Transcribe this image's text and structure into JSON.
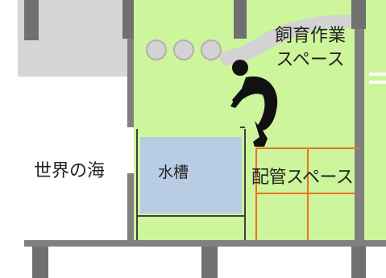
{
  "labels": {
    "work_space": "飼育作業スペース",
    "world_sea": "世界の海",
    "water_tank": "水槽",
    "piping_space": "配管スペース"
  },
  "colors": {
    "floor_green": "#ccf59c",
    "wall_gray": "#808080",
    "dark_gray": "#707070",
    "roof_gray": "#d6d6d6",
    "tank_blue": "#b8cce4",
    "tank_outline": "#404040",
    "pipe_orange": "#e87422",
    "person": "#111111",
    "duct_gray": "#d3d3d3"
  },
  "icons": {
    "person": "worker-silhouette-icon",
    "tank": "water-tank-icon"
  }
}
